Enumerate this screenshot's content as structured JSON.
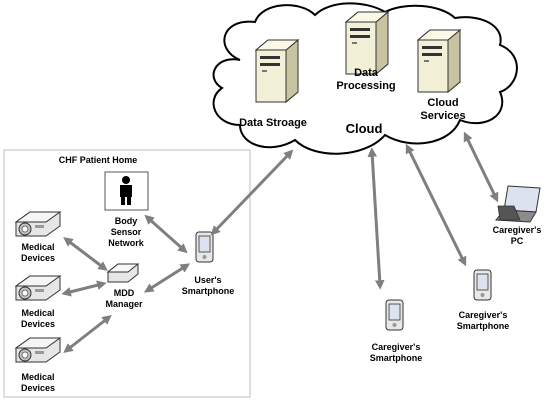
{
  "home": {
    "title": "CHF Patient Home"
  },
  "cloud": {
    "label": "Cloud",
    "data_storage": "Data Stroage",
    "data_processing": [
      "Data",
      "Processing"
    ],
    "cloud_services": [
      "Cloud",
      "Services"
    ]
  },
  "nodes": {
    "body_sensor": [
      "Body",
      "Sensor",
      "Network"
    ],
    "mdd_manager": [
      "MDD",
      "Manager"
    ],
    "medical_devices": [
      "Medical",
      "Devices"
    ],
    "users_smartphone": [
      "User's",
      "Smartphone"
    ],
    "caregiver_smartphone": [
      "Caregiver's",
      "Smartphone"
    ],
    "caregiver_pc": [
      "Caregiver's",
      "PC"
    ]
  },
  "colors": {
    "arrow": "#7f7f7f",
    "server": "#f3f0d8",
    "device": "#d9d9d9"
  }
}
